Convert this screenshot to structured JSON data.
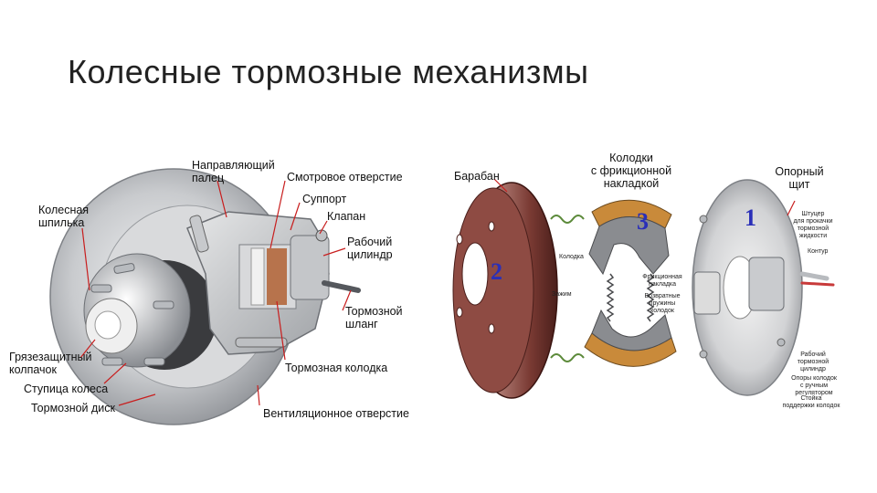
{
  "title": "Колесные тормозные механизмы",
  "disc_brake": {
    "labels": {
      "guide_pin": "Направляющий\nпалец",
      "inspection_hole": "Смотровое отверстие",
      "caliper": "Суппорт",
      "valve": "Клапан",
      "wheel_cylinder": "Рабочий\nцилиндр",
      "brake_hose": "Тормозной\nшланг",
      "brake_pad": "Тормозная колодка",
      "ventilation_hole": "Вентиляционное отверстие",
      "brake_disc": "Тормозной диск",
      "wheel_hub": "Ступица колеса",
      "dust_cap": "Грязезащитный\nколпачок",
      "wheel_stud": "Колесная\nшпилька"
    }
  },
  "drum_brake": {
    "labels": {
      "drum": "Барабан",
      "shoes": "Колодки\nс фрикционной\nнакладкой",
      "backing_plate": "Опорный\nщит",
      "shoe_small": "Колодка",
      "clamp_small": "Зажим",
      "lining_small": "Фрикционная\nнакладка",
      "springs_small": "Возвратные\nпружины\nколодок",
      "bleeder_small": "Штуцер\nдля прокачки\nтормозной\nжидкости",
      "contour_small": "Контур",
      "cylinder_small": "Рабочий\nтормозной\nцилиндр",
      "supports_small": "Опоры колодок\nс ручным\nрегулятором",
      "strut_small": "Стойка\nподдержки колодок"
    },
    "numbers": {
      "backing_plate_num": "1",
      "drum_num": "2",
      "shoes_num": "3"
    }
  },
  "colors": {
    "number_blue": "#2a2fb8",
    "pointer_red": "#c81e1e",
    "metal": "#b9bcc0",
    "lining": "#c98a3a"
  }
}
